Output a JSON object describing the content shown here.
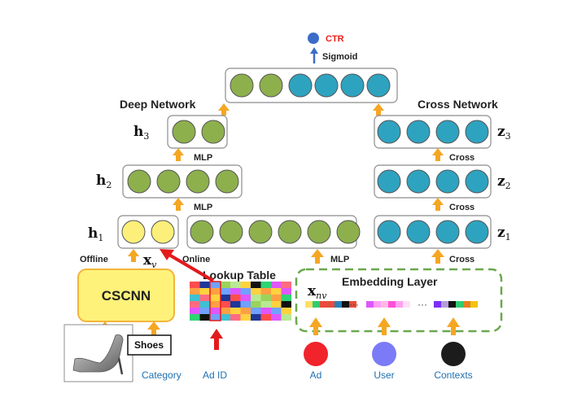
{
  "output": {
    "label": "CTR",
    "sigmoid_label": "Sigmoid",
    "color": "#3b6cc8"
  },
  "deep": {
    "title": "Deep Network",
    "h3": "h",
    "h3_sub": "3",
    "h2": "h",
    "h2_sub": "2",
    "h1": "h",
    "h1_sub": "1",
    "mlp_label": "MLP"
  },
  "cross": {
    "title": "Cross Network",
    "z3": "z",
    "z3_sub": "3",
    "z2": "z",
    "z2_sub": "2",
    "z1": "z",
    "z1_sub": "1",
    "cross_label": "Cross"
  },
  "visual": {
    "offline": "Offline",
    "online": "Online",
    "xv": "x",
    "xv_sub": "v",
    "cscnn": "CSCNN",
    "shoes": "Shoes",
    "category": "Category"
  },
  "lookup": {
    "title": "Lookup Table",
    "ad_id": "Ad ID"
  },
  "embedding": {
    "title": "Embedding Layer",
    "xnv": "x",
    "xnv_sub": "nv",
    "dots": "···",
    "mlp_label": "MLP"
  },
  "inputs": [
    {
      "label": "Ad",
      "color": "#f0242a"
    },
    {
      "label": "User",
      "color": "#7b7bf7"
    },
    {
      "label": "Contexts",
      "color": "#1c1c1c"
    }
  ],
  "colors": {
    "green": "#8db04d",
    "teal": "#2ea3c0",
    "yellow": "#fdf07a",
    "cscnn_fill": "#fff27a",
    "cscnn_border": "#f2b53b",
    "arrow": "#f5a623",
    "red_arrow": "#e31a1c",
    "dashed": "#6aa84f"
  }
}
